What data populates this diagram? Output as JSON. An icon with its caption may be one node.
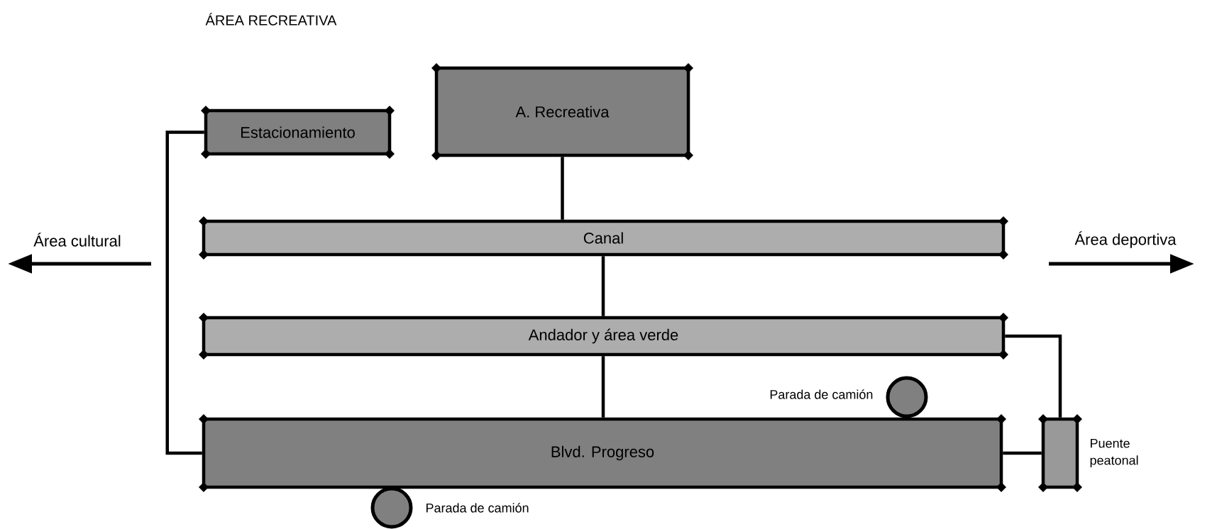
{
  "diagram": {
    "title": "ÁREA RECREATIVA",
    "nodes": [
      {
        "text": [
          "A. Recreativa"
        ]
      },
      {
        "text": [
          "Estacionamiento"
        ]
      },
      {
        "text": [
          "Canal"
        ]
      },
      {
        "text": [
          "Andador y área verde"
        ]
      },
      {
        "text": [
          "Blvd. Progreso"
        ]
      },
      {
        "text": [],
        "shape": "circle",
        "beside": [
          "Parada de camión"
        ]
      },
      {
        "text": [],
        "shape": "circle",
        "beside": [
          "Parada de camión"
        ]
      },
      {
        "text": [],
        "shape": "box",
        "beside": [
          "Puente peatonal"
        ]
      }
    ],
    "edges": [
      {
        "from": 0,
        "to": 2,
        "arrow": "none"
      },
      {
        "from": 2,
        "to": 3,
        "arrow": "none"
      },
      {
        "from": 3,
        "to": 4,
        "arrow": "none"
      },
      {
        "from": 1,
        "to": 4,
        "arrow": "none"
      },
      {
        "from": 3,
        "to": 7,
        "arrow": "none"
      },
      {
        "from": 4,
        "to": 7,
        "arrow": "none"
      }
    ],
    "labels": [
      "Área cultural",
      "Área deportiva"
    ]
  }
}
